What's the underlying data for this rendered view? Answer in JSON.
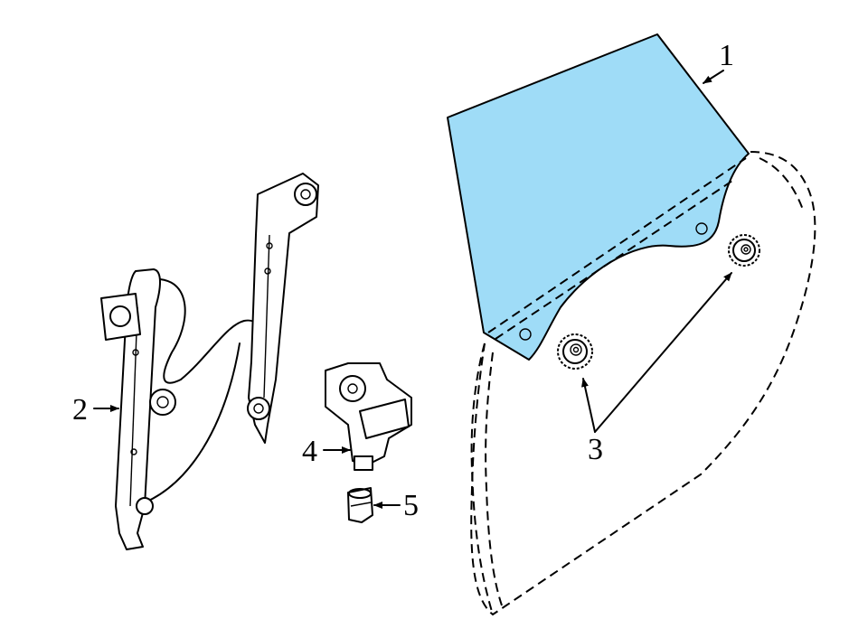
{
  "colors": {
    "glass_fill": "#9fdcf7",
    "line": "#000000",
    "background": "#ffffff"
  },
  "callouts": [
    {
      "id": "1",
      "label": "1"
    },
    {
      "id": "2",
      "label": "2"
    },
    {
      "id": "3",
      "label": "3"
    },
    {
      "id": "4",
      "label": "4"
    },
    {
      "id": "5",
      "label": "5"
    }
  ]
}
